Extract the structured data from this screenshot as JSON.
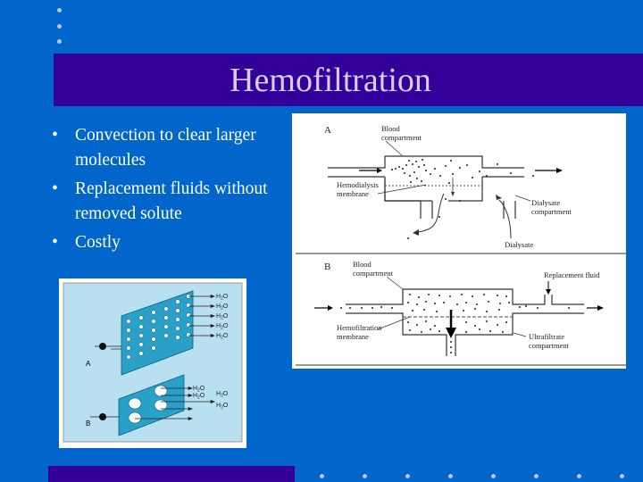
{
  "slide": {
    "title": "Hemofiltration",
    "bullets": [
      "Convection to clear larger molecules",
      "Replacement fluids without removed solute",
      "Costly"
    ]
  },
  "figure_right": {
    "panel_a": {
      "label": "A",
      "blood_compartment": [
        "Blood",
        "compartment"
      ],
      "membrane": [
        "Hemodialysis",
        "membrane"
      ],
      "dialysate_compartment": [
        "Dialysate",
        "compartment"
      ],
      "dialysate": "Dialysate"
    },
    "panel_b": {
      "label": "B",
      "blood_compartment": [
        "Blood",
        "compartment"
      ],
      "replacement_fluid": "Replacement fluid",
      "membrane": [
        "Hemofiltration",
        "membrane"
      ],
      "ultrafiltrate_compartment": [
        "Ultrafiltrate",
        "compartment"
      ]
    }
  },
  "figure_left": {
    "panel_a_label": "A",
    "panel_b_label": "B",
    "water_label": "H2O"
  },
  "colors": {
    "background": "#0066cc",
    "title_bar": "#330099",
    "title_text": "#d8cce6",
    "membrane": "#2aa0c8",
    "figure_bg": "#b8e0f0"
  }
}
